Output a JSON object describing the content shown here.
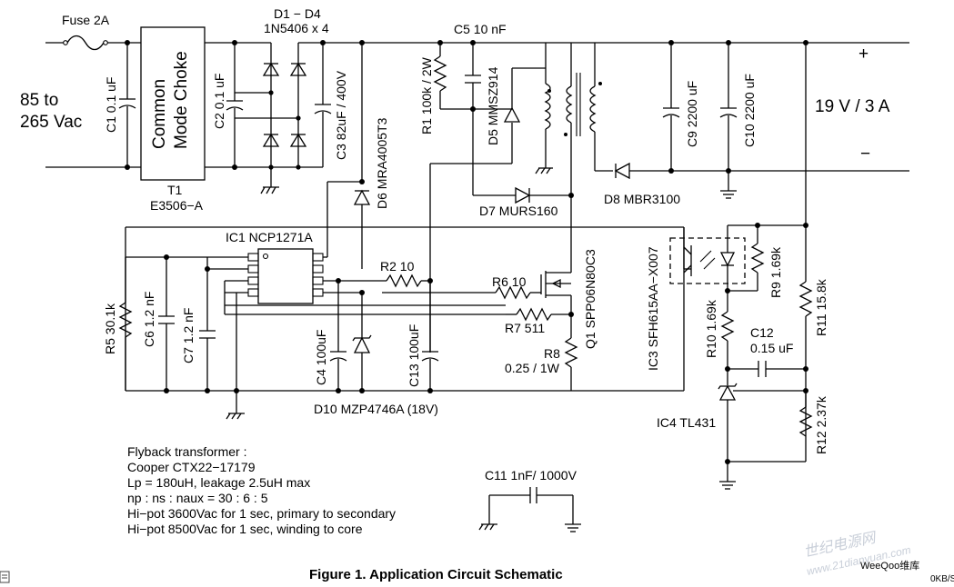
{
  "labels": {
    "fuse": "Fuse 2A",
    "input_range_line1": "85 to",
    "input_range_line2": "265 Vac",
    "c1": "C1  0.1 uF",
    "choke_line1": "Common",
    "choke_line2": "Mode Choke",
    "t1": "T1",
    "t1_part": "E3506−A",
    "c2": "C2  0.1 uF",
    "bridge": "D1 − D4",
    "bridge_part": "1N5406 x 4",
    "c3": "C3  82uF / 400V",
    "d6": "D6  MRA4005T3",
    "c5": "C5  10 nF",
    "r1": "R1  100k / 2W",
    "d5": "D5  MMSZ914",
    "d7": "D7  MURS160",
    "d8": "D8  MBR3100",
    "c9": "C9  2200 uF",
    "c10": "C10  2200 uF",
    "plus": "+",
    "minus": "−",
    "output": "19 V / 3 A",
    "ic1": "IC1 NCP1271A",
    "r2": "R2  10",
    "r6": "R6  10",
    "r7": "R7  511",
    "q1": "Q1  SPP06N80C3",
    "r8_line1": "R8",
    "r8_line2": "0.25 / 1W",
    "ic3": "IC3  SFH615AA−X007",
    "r9": "R9  1.69k",
    "r10": "R10  1.69k",
    "c12_line1": "C12",
    "c12_line2": "0.15 uF",
    "r11": "R11  15.8k",
    "r5": "R5  30.1k",
    "c6": "C6  1.2 nF",
    "c7": "C7  1.2 nF",
    "c4": "C4 100uF",
    "c13": "C13 100uF",
    "d10": "D10  MZP4746A (18V)",
    "ic4": "IC4  TL431",
    "r12": "R12  2.37k",
    "c11": "C11  1nF/ 1000V"
  },
  "notes": [
    "Flyback transformer :",
    "Cooper CTX22−17179",
    "Lp = 180uH, leakage 2.5uH max",
    "np : ns : naux = 30 : 6 : 5",
    "Hi−pot 3600Vac for 1 sec, primary to secondary",
    "Hi−pot 8500Vac for 1 sec, winding to core"
  ],
  "caption": "Figure 1. Application Circuit Schematic",
  "watermark": {
    "cn": "世纪电源网",
    "url": "www.21dianyuan.com",
    "brand": "WeeQoo维库",
    "status": "0KB/S"
  }
}
